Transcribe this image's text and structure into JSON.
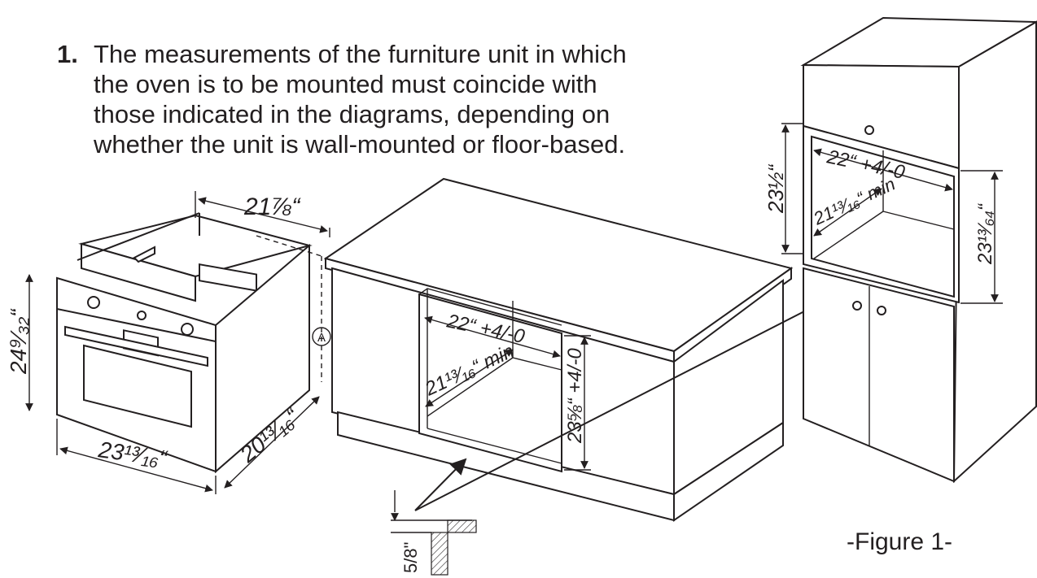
{
  "instruction": {
    "number": "1.",
    "text": "The measurements of the furniture unit in which the oven is to be mounted must coincide with those indicated in the diagrams, depending on whether the unit is wall-mounted or floor-based."
  },
  "caption": "-Figure 1-",
  "oven": {
    "label_a": "A",
    "depth_top": "21⅞“",
    "height": "24⁹⁄₃₂“",
    "width": "23¹³⁄₁₆“",
    "depth_side": "20¹³⁄₁₆“"
  },
  "floor_unit": {
    "width": "22“ +4/-0",
    "depth": "21¹³⁄₁₆“ min",
    "height": "23⅝“ +4/-0",
    "base_gap": "5/8\""
  },
  "wall_unit": {
    "outer_height": "23½“",
    "width": "22“ +4/-0",
    "depth": "21¹³⁄₁₆“ min",
    "inner_height": "23¹³⁄₆₄“"
  }
}
